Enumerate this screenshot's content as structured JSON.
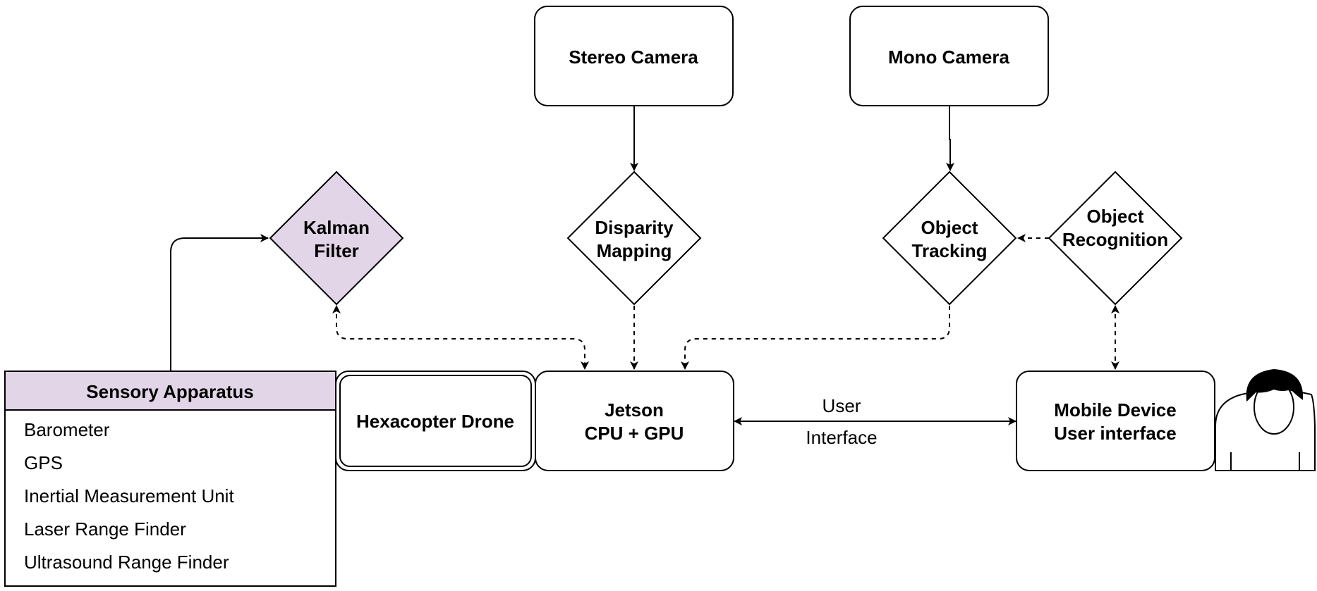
{
  "nodes": {
    "stereo_camera": {
      "label": "Stereo Camera"
    },
    "mono_camera": {
      "label": "Mono Camera"
    },
    "kalman_filter": {
      "lines": [
        "Kalman",
        "Filter"
      ]
    },
    "disparity_mapping": {
      "lines": [
        "Disparity",
        "Mapping"
      ]
    },
    "object_tracking": {
      "lines": [
        "Object",
        "Tracking"
      ]
    },
    "object_recognition": {
      "lines": [
        "Object",
        "Recognition"
      ]
    },
    "hexacopter_drone": {
      "label": "Hexacopter Drone"
    },
    "jetson": {
      "lines": [
        "Jetson",
        "CPU + GPU"
      ]
    },
    "mobile_device": {
      "lines": [
        "Mobile Device",
        "User interface"
      ]
    }
  },
  "sensory_apparatus": {
    "title": "Sensory Apparatus",
    "items": [
      "Barometer",
      "GPS",
      "Inertial Measurement Unit",
      "Laser Range Finder",
      "Ultrasound Range Finder"
    ]
  },
  "edge_labels": {
    "user_interface": [
      "User",
      "Interface"
    ]
  },
  "colors": {
    "highlight_fill": "#e1d5e7",
    "stroke": "#000000"
  },
  "icons": {
    "user": "person-icon"
  }
}
